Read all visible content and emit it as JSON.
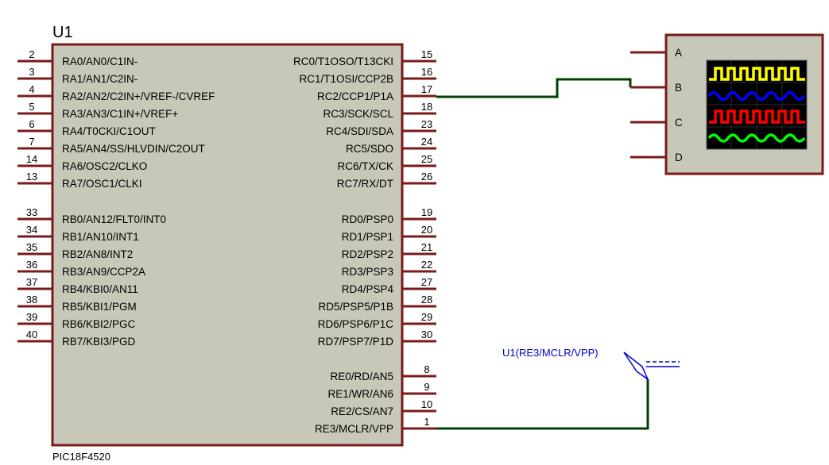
{
  "ic": {
    "ref": "U1",
    "part": "PIC18F4520",
    "body_color": "#c8c8b8",
    "border_color": "#7a1a1a",
    "left_pins": [
      {
        "num": "2",
        "label": "RA0/AN0/C1IN-"
      },
      {
        "num": "3",
        "label": "RA1/AN1/C2IN-"
      },
      {
        "num": "4",
        "label": "RA2/AN2/C2IN+/VREF-/CVREF"
      },
      {
        "num": "5",
        "label": "RA3/AN3/C1IN+/VREF+"
      },
      {
        "num": "6",
        "label": "RA4/T0CKI/C1OUT"
      },
      {
        "num": "7",
        "label": "RA5/AN4/SS/HLVDIN/C2OUT"
      },
      {
        "num": "14",
        "label": "RA6/OSC2/CLKO"
      },
      {
        "num": "13",
        "label": "RA7/OSC1/CLKI"
      },
      {
        "num": "33",
        "label": "RB0/AN12/FLT0/INT0"
      },
      {
        "num": "34",
        "label": "RB1/AN10/INT1"
      },
      {
        "num": "35",
        "label": "RB2/AN8/INT2"
      },
      {
        "num": "36",
        "label": "RB3/AN9/CCP2A"
      },
      {
        "num": "37",
        "label": "RB4/KBI0/AN11"
      },
      {
        "num": "38",
        "label": "RB5/KBI1/PGM"
      },
      {
        "num": "39",
        "label": "RB6/KBI2/PGC"
      },
      {
        "num": "40",
        "label": "RB7/KBI3/PGD"
      }
    ],
    "right_pins": [
      {
        "num": "15",
        "label": "RC0/T1OSO/T13CKI"
      },
      {
        "num": "16",
        "label": "RC1/T1OSI/CCP2B"
      },
      {
        "num": "17",
        "label": "RC2/CCP1/P1A"
      },
      {
        "num": "18",
        "label": "RC3/SCK/SCL"
      },
      {
        "num": "23",
        "label": "RC4/SDI/SDA"
      },
      {
        "num": "24",
        "label": "RC5/SDO"
      },
      {
        "num": "25",
        "label": "RC6/TX/CK"
      },
      {
        "num": "26",
        "label": "RC7/RX/DT"
      },
      {
        "num": "19",
        "label": "RD0/PSP0"
      },
      {
        "num": "20",
        "label": "RD1/PSP1"
      },
      {
        "num": "21",
        "label": "RD2/PSP2"
      },
      {
        "num": "22",
        "label": "RD3/PSP3"
      },
      {
        "num": "27",
        "label": "RD4/PSP4"
      },
      {
        "num": "28",
        "label": "RD5/PSP5/P1B"
      },
      {
        "num": "29",
        "label": "RD6/PSP6/P1C"
      },
      {
        "num": "30",
        "label": "RD7/PSP7/P1D"
      },
      {
        "num": "8",
        "label": "RE0/RD/AN5"
      },
      {
        "num": "9",
        "label": "RE1/WR/AN6"
      },
      {
        "num": "10",
        "label": "RE2/CS/AN7"
      },
      {
        "num": "1",
        "label": "RE3/MCLR/VPP"
      }
    ]
  },
  "oscilloscope": {
    "channels": [
      "A",
      "B",
      "C",
      "D"
    ],
    "trace_colors": [
      "#ffff00",
      "#0000ff",
      "#ff0000",
      "#00ff00"
    ],
    "screen_color": "#000000",
    "body_color": "#c8c8b8"
  },
  "probe": {
    "label": "U1(RE3/MCLR/VPP)",
    "color": "#0000cc"
  },
  "wire_color": "#004000"
}
